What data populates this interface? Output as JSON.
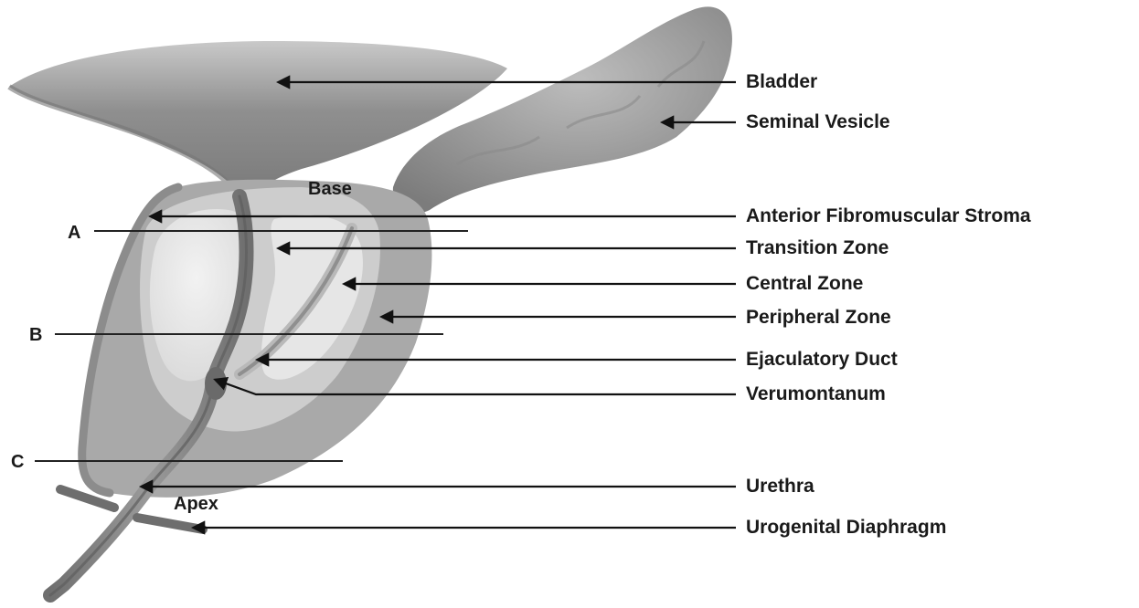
{
  "diagram": {
    "labels": {
      "bladder": "Bladder",
      "seminal_vesicle": "Seminal Vesicle",
      "anterior_fibromuscular_stroma": "Anterior Fibromuscular Stroma",
      "transition_zone": "Transition Zone",
      "central_zone": "Central Zone",
      "peripheral_zone": "Peripheral Zone",
      "ejaculatory_duct": "Ejaculatory Duct",
      "verumontanum": "Verumontanum",
      "urethra": "Urethra",
      "urogenital_diaphragm": "Urogenital Diaphragm"
    },
    "regions": {
      "base": "Base",
      "apex": "Apex"
    },
    "sections": {
      "a": "A",
      "b": "B",
      "c": "C"
    }
  },
  "colors": {
    "background": "#ffffff",
    "ink": "#1a1a1a",
    "peripheral_zone": "#a9a9a9",
    "central_zone": "#cdcdcd",
    "transition_zone": "#e3e3e3",
    "urethra": "#8a8a8a",
    "bladder": "#8e8e8e",
    "seminal_vesicle": "#9a9a9a",
    "diaphragm": "#6e6e6e"
  }
}
